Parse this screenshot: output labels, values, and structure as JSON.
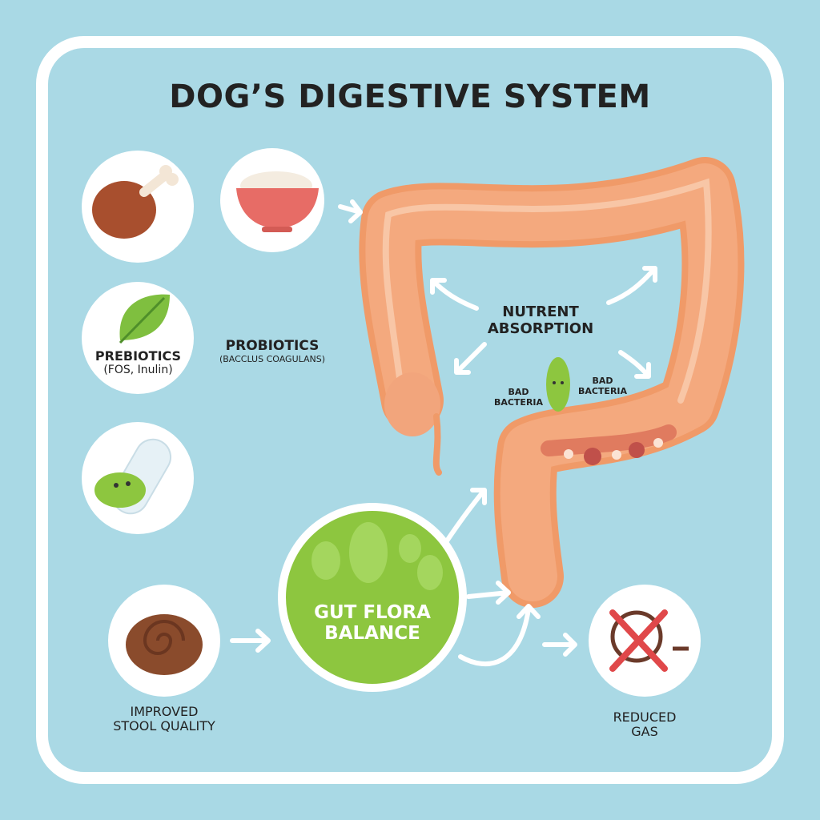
{
  "title": "DOG’S DIGESTIVE SYSTEM",
  "labels": {
    "prebiotics": "PREBIOTICS",
    "prebiotics_sub": "(FOS, Inulin)",
    "probiotics": "PROBIOTICS",
    "probiotics_sub": "(BACCLUS COAGULANS)",
    "nutrient": "NUTRENT",
    "absorption": "ABSORPTION",
    "bad_bacteria_1a": "BAD",
    "bad_bacteria_1b": "BACTERIA",
    "bad_bacteria_2a": "BAD",
    "bad_bacteria_2b": "BACTERIA",
    "gut_flora_1": "GUT FLORA",
    "gut_flora_2": "BALANCE",
    "stool_1": "IMPROVED",
    "stool_2": "STOOL QUALITY",
    "gas_1": "REDUCED",
    "gas_2": "GAS"
  },
  "icons": [
    "chicken-leg-icon",
    "rice-bowl-icon",
    "leaf-icon",
    "probiotic-capsule-icon",
    "stool-icon",
    "no-gas-icon",
    "intestine-illustration",
    "bacteria-icon"
  ],
  "colors": {
    "background": "#a9d9e5",
    "intestine": "#f4a679",
    "flora": "#8dc63f"
  }
}
